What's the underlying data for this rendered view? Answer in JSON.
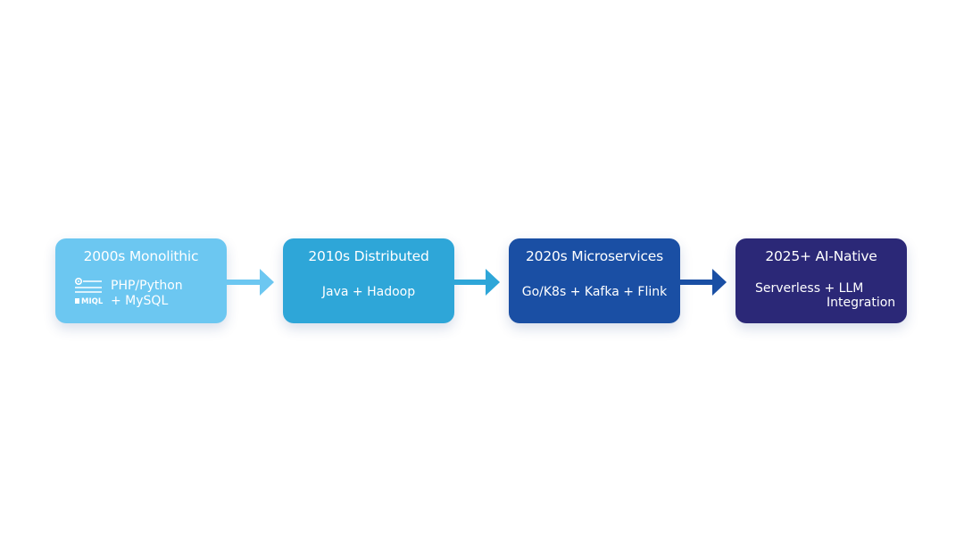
{
  "stages": [
    {
      "title": "2000s Monolithic",
      "tech": [
        "PHP/Python",
        "+ MySQL"
      ],
      "icon": "database-icon",
      "icon_label": "MIQL",
      "color": "#6cc7f1"
    },
    {
      "title": "2010s Distributed",
      "tech": [
        "Java + Hadoop"
      ],
      "color": "#2ea6d8"
    },
    {
      "title": "2020s Microservices",
      "tech": [
        "Go/K8s + Kafka + Flink"
      ],
      "color": "#1a4fa4"
    },
    {
      "title": "2025+ AI-Native",
      "tech": [
        "Serverless + LLM",
        "Integration"
      ],
      "color": "#2b2877"
    }
  ],
  "arrow_colors": [
    "#6cc7f1",
    "#2ea6d8",
    "#1a4fa4"
  ]
}
